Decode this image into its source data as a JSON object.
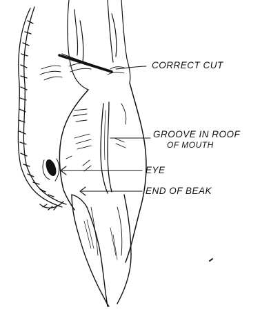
{
  "labels": {
    "correct_cut": "CORRECT CUT",
    "groove_line1": "GROOVE IN ROOF",
    "groove_line2": "OF MOUTH",
    "eye": "EYE",
    "end_of_beak": "END OF BEAK"
  },
  "colors": {
    "ink": "#111111",
    "background": "#ffffff"
  }
}
